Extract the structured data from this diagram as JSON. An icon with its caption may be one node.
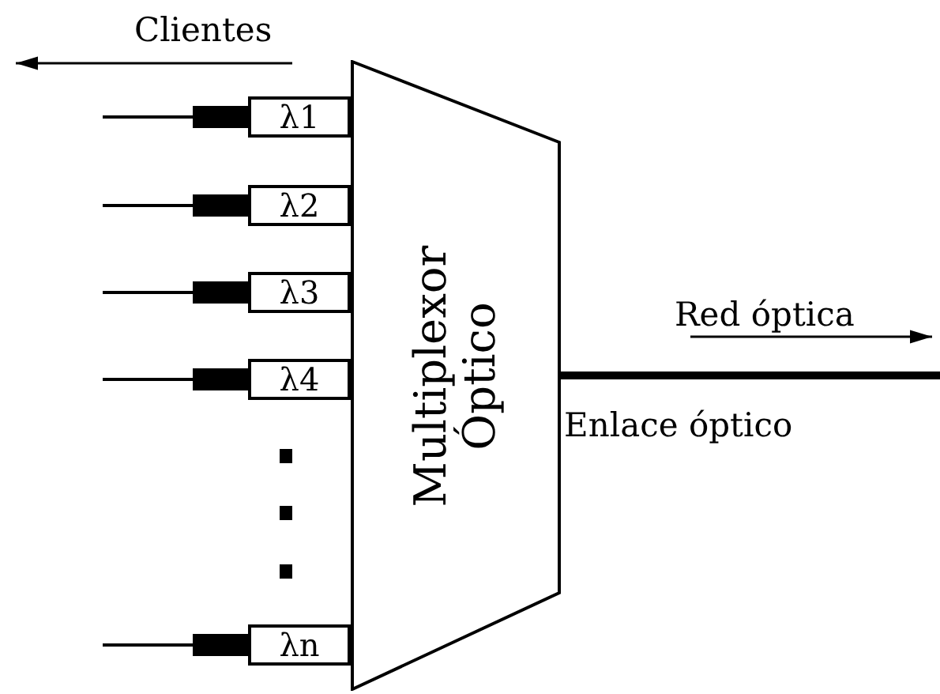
{
  "diagram": {
    "nodes": [
      {
        "text": [
          "λ1"
        ]
      },
      {
        "text": [
          "λ2"
        ]
      },
      {
        "text": [
          "λ3"
        ]
      },
      {
        "text": [
          "λ4"
        ]
      },
      {
        "text": [
          "λn"
        ]
      },
      {
        "text": [
          "Multiplexor Óptico"
        ]
      }
    ],
    "edges": [
      {
        "from": null,
        "to": 0,
        "arrow": "none"
      },
      {
        "from": null,
        "to": 1,
        "arrow": "none"
      },
      {
        "from": null,
        "to": 2,
        "arrow": "none"
      },
      {
        "from": null,
        "to": 3,
        "arrow": "none"
      },
      {
        "from": null,
        "to": 4,
        "arrow": "none"
      },
      {
        "from": 5,
        "to": null,
        "arrow": "none",
        "style": "thick"
      }
    ],
    "labels": [
      "Clientes",
      "Red óptica",
      "Enlace óptico"
    ]
  }
}
